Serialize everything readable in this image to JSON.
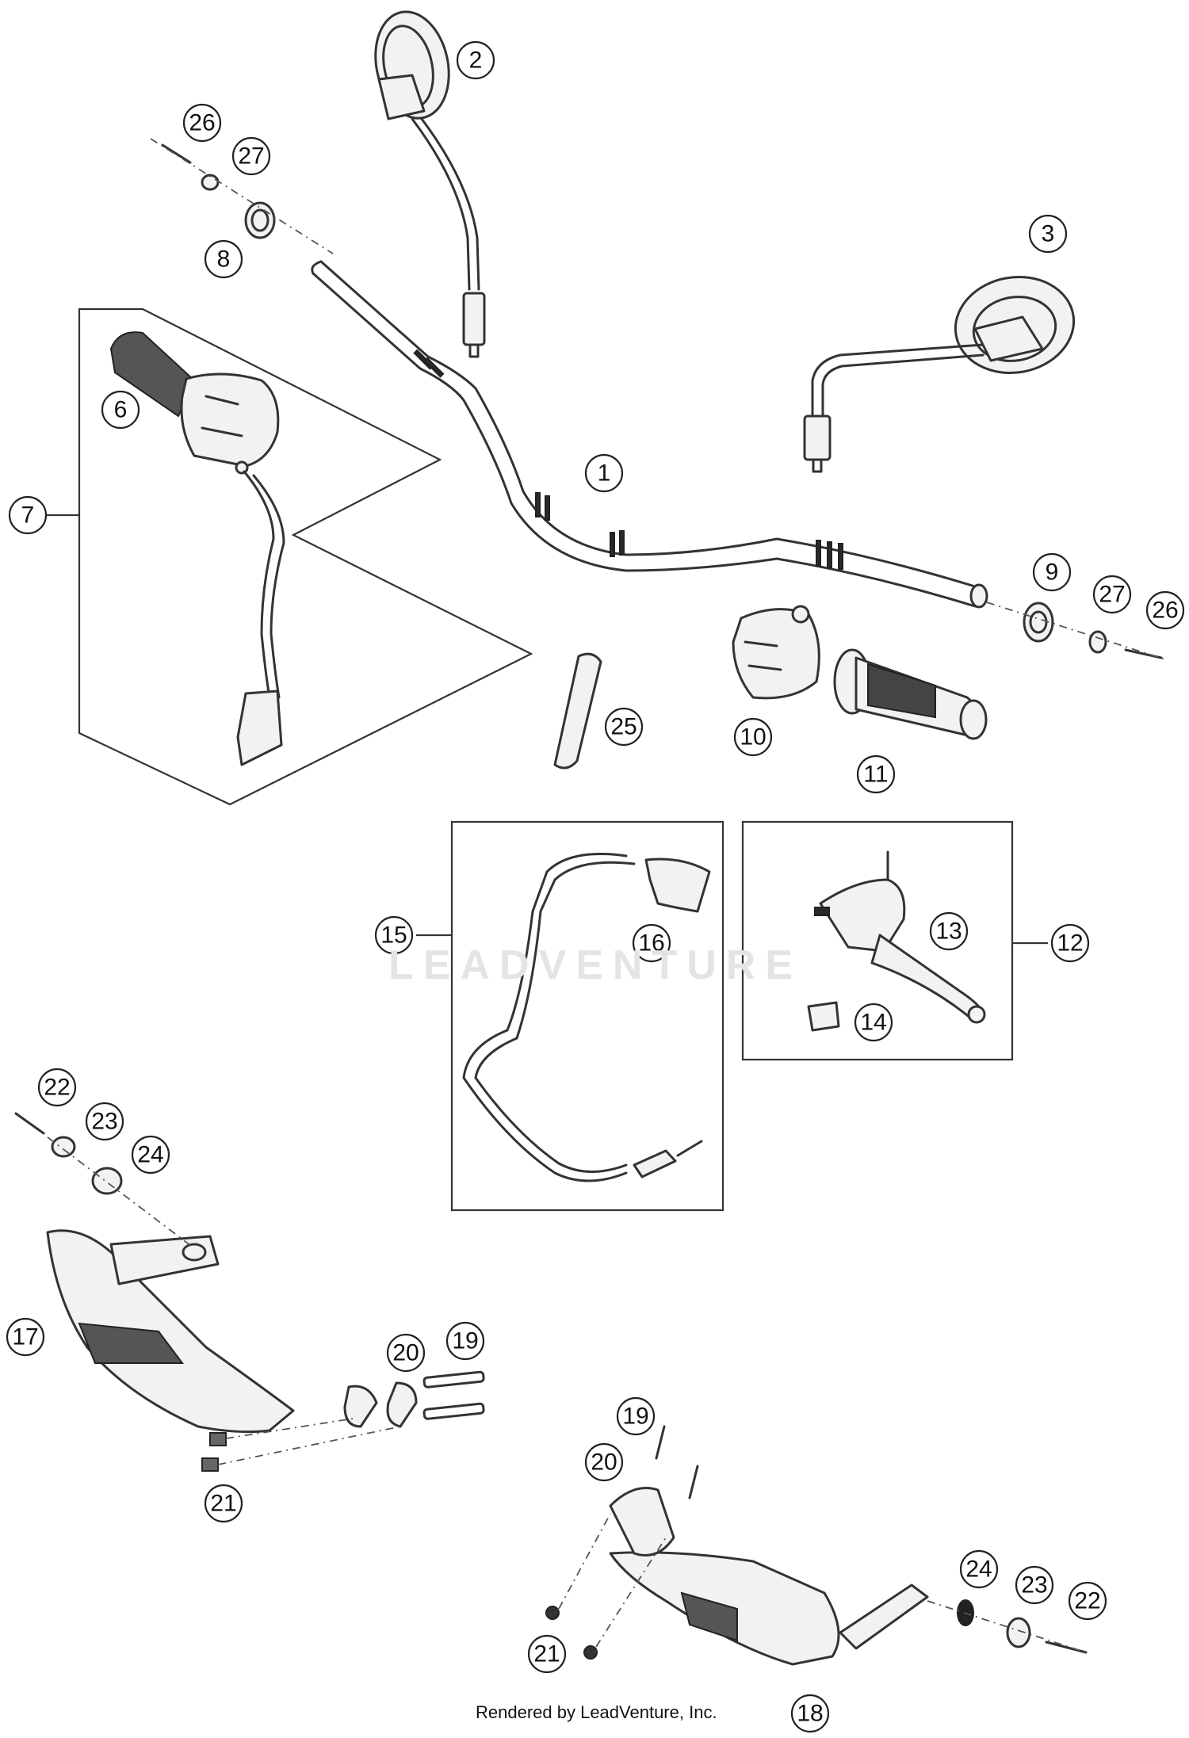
{
  "watermark": "LEADVENTURE",
  "footer": "Rendered by LeadVenture, Inc.",
  "callouts": [
    "1",
    "2",
    "3",
    "6",
    "7",
    "8",
    "26",
    "27",
    "9",
    "27",
    "26",
    "10",
    "11",
    "25",
    "15",
    "16",
    "12",
    "13",
    "14",
    "22",
    "23",
    "24",
    "17",
    "20",
    "19",
    "21",
    "19",
    "20",
    "24",
    "23",
    "22",
    "21",
    "18"
  ]
}
